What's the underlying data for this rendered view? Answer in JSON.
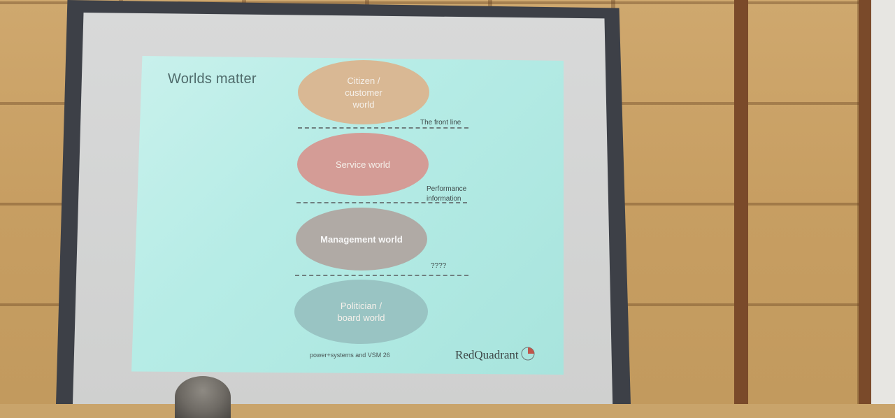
{
  "slide": {
    "title": "Worlds matter",
    "ovals": [
      {
        "label": "Citizen /\ncustomer\nworld"
      },
      {
        "label": "Service world"
      },
      {
        "label": "Management world"
      },
      {
        "label": "Politician /\nboard world"
      }
    ],
    "notes": [
      "The front line",
      "Performance\ninformation",
      "????"
    ],
    "footer": "power+systems and VSM 26",
    "logo": "RedQuadrant"
  }
}
